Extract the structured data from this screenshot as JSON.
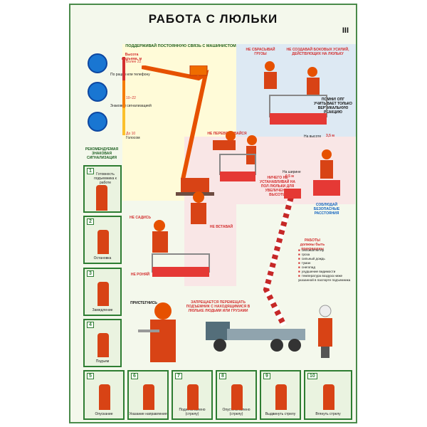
{
  "title": "РАБОТА С ЛЮЛЬКИ",
  "roman": "III",
  "top_section": {
    "heading": "ПОДДЕРЖИВАЙ ПОСТОЯННУЮ СВЯЗЬ С МАШИНИСТОМ",
    "lift_height_label": "Высота подъема, м",
    "height_levels": [
      "Более 22",
      "10–22",
      "До 10"
    ],
    "comm_methods": [
      "По рации или телефону",
      "Знаковой сигнализацией",
      "Голосом"
    ]
  },
  "signals_heading": "РЕКОМЕНДУЕМАЯ ЗНАКОВАЯ СИГНАЛИЗАЦИЯ",
  "left_signals": [
    {
      "num": "1",
      "label": "Готовность подъемника к работе"
    },
    {
      "num": "2",
      "label": "Остановка"
    },
    {
      "num": "3",
      "label": "Замедление"
    },
    {
      "num": "4",
      "label": "Подъем"
    }
  ],
  "bottom_signals": [
    {
      "num": "5",
      "label": "Опускание"
    },
    {
      "num": "6",
      "label": "Указание направления"
    },
    {
      "num": "7",
      "label": "Поднять колено (стрелу)"
    },
    {
      "num": "8",
      "label": "Опустить колено (стрелу)"
    },
    {
      "num": "9",
      "label": "Выдвинуть стрелу"
    },
    {
      "num": "10",
      "label": "Втянуть стрелу"
    }
  ],
  "warnings": {
    "no_drop_loads": "НЕ СБРАСЫВАЙ ГРУЗЫ",
    "no_side_forces": "НЕ СОЗДАВАЙ БОКОВЫХ УСИЛИЙ, ДЕЙСТВУЮЩИХ НА ЛЮЛЬКУ",
    "remember": "ПОМНИ! ОПГ УЧИТЫВАЕТ ТОЛЬКО ВЕРТИКАЛЬНУЮ РЕАКЦИЮ",
    "no_lean": "НЕ ПЕРЕВЕШИВАЙСЯ",
    "no_install": "НИЧЕГО НЕ УСТАНАВЛИВАЙ НА ПОЛ ЛЮЛЬКИ ДЛЯ УВЕЛИЧЕНИЯ ВЫСОТЫ",
    "no_sit": "НЕ САДИСЬ",
    "no_stand": "НЕ ВСТАВАЙ",
    "no_drop": "НЕ РОНЯЙ",
    "fasten": "ПРИСТЕГНИСЬ",
    "no_move_truck": "ЗАПРЕЩАЕТСЯ ПЕРЕМЕЩАТЬ ПОДЪЕМНИК С НАХОДЯЩИМИСЯ В ЛЮЛЬКЕ ЛЮДЬМИ ИЛИ ГРУЗАМИ",
    "safe_distance": "СОБЛЮДАЙ БЕЗОПАСНЫЕ РАССТОЯНИЯ",
    "dist_up_label": "На высоте",
    "dist_up_value": "3,5 м",
    "dist_side_label": "На ширине",
    "dist_side_value": "0,5 м"
  },
  "stop_work": {
    "heading": "РАБОТЫ должны быть прекращены",
    "reasons": [
      "сильный ветер",
      "гроза",
      "сильный дождь",
      "туман",
      "снегопад",
      "ухудшение видимости",
      "температура воздуха ниже указанной в паспорте подъемника"
    ]
  },
  "colors": {
    "green": "#2e7d32",
    "red": "#d32f2f",
    "orange": "#e65100",
    "vest": "#d84315",
    "bg": "#f4f8ec",
    "yellow": "#fff9c4",
    "blue_bg": "#dde9f3"
  }
}
